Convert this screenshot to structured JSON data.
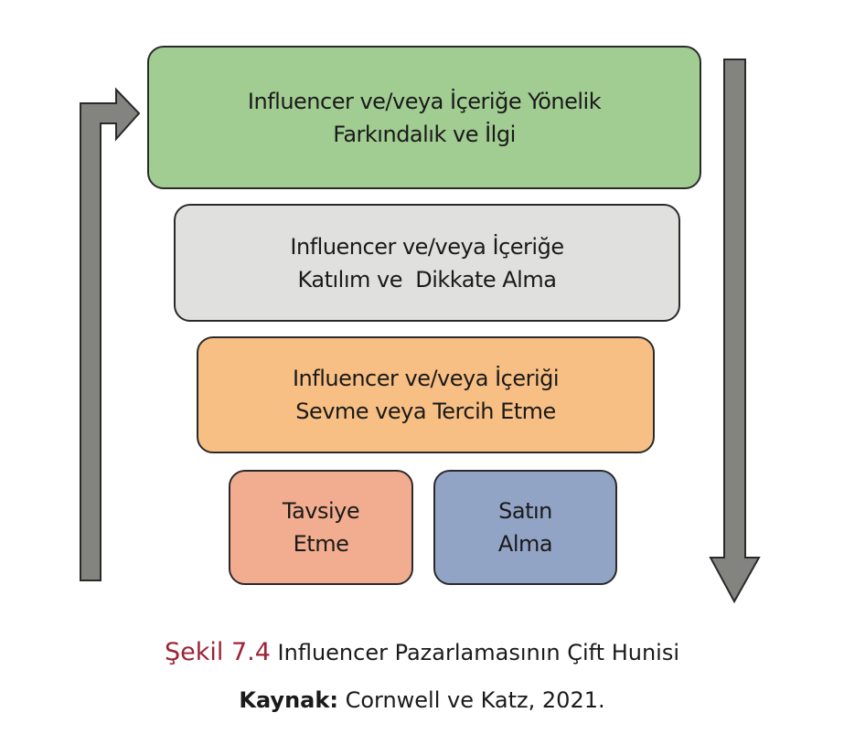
{
  "colors": {
    "green": "#a1cc92",
    "grey": "#e0e0df",
    "orange": "#f8bf84",
    "salmon": "#f2ad90",
    "blue": "#92a4c6",
    "arrow": "#838480",
    "caption_accent": "#9b2335"
  },
  "boxes": {
    "awareness": {
      "line1": "Influencer ve/veya İçeriğe Yönelik",
      "line2": "Farkındalık ve İlgi"
    },
    "engagement": {
      "line1": "Influencer ve/veya İçeriğe",
      "line2": "Katılım ve  Dikkate Alma"
    },
    "preference": {
      "line1": "Influencer ve/veya İçeriği",
      "line2": "Sevme veya Tercih Etme"
    },
    "recommend": {
      "line1": "Tavsiye",
      "line2": "Etme"
    },
    "purchase": {
      "line1": "Satın",
      "line2": "Alma"
    }
  },
  "caption": {
    "label": "Şekil 7.4",
    "title": "Influencer Pazarlamasının Çift Hunisi"
  },
  "source": {
    "label": "Kaynak:",
    "text": "Cornwell ve Katz, 2021."
  }
}
